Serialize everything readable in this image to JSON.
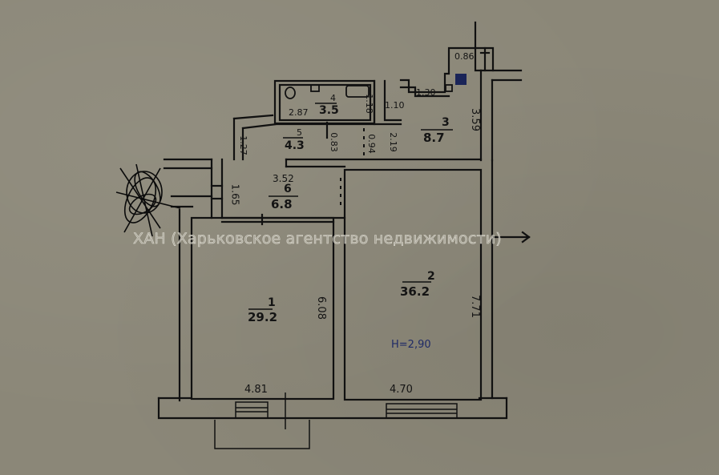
{
  "document": {
    "type": "floor-plan",
    "watermark": "ХАН (Харьковское агентство недвижимости)",
    "ceiling_height": "H=2,90"
  },
  "rooms": [
    {
      "number": "1",
      "area": "29.2"
    },
    {
      "number": "2",
      "area": "36.2"
    },
    {
      "number": "3",
      "area": "8.7"
    },
    {
      "number": "4",
      "area": "3.5"
    },
    {
      "number": "5",
      "area": "4.3"
    },
    {
      "number": "6",
      "area": "6.8"
    }
  ],
  "dimensions": {
    "room1_width": "4.81",
    "room1_length": "6.08",
    "room2_width": "4.70",
    "room2_length": "7.71",
    "room3_length": "3.59",
    "room3_top": "1.30",
    "room3_left": "1.10",
    "room3_side": "2.19",
    "room4_width": "2.87",
    "room4_side": "1.18",
    "room5_a": "0.83",
    "room5_b": "0.94",
    "corridor_side": "1.27",
    "room6_width": "3.52",
    "room6_side": "1.65",
    "vent": "0.86"
  },
  "icons": {
    "toilet": "toilet-icon",
    "sink": "sink-icon",
    "bathtub": "bathtub-icon",
    "stove": "stove-icon",
    "scribble": "scribble-mark"
  }
}
